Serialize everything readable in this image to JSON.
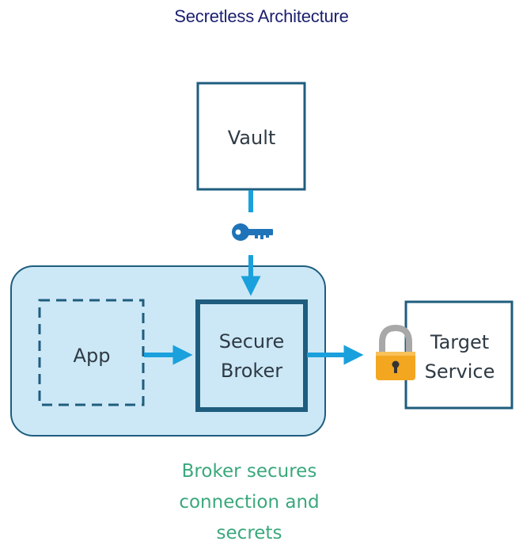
{
  "title": "Secretless Architecture",
  "nodes": {
    "vault": "Vault",
    "app": "App",
    "broker_line1": "Secure",
    "broker_line2": "Broker",
    "target_line1": "Target",
    "target_line2": "Service"
  },
  "caption": {
    "line1": "Broker secures",
    "line2": "connection and",
    "line3": "secrets"
  },
  "icons": {
    "key": "key-icon",
    "lock": "padlock-icon"
  },
  "colors": {
    "title": "#1a1f6e",
    "box_border": "#1f5d7e",
    "container_fill": "#cce8f6",
    "container_border": "#1f5d7e",
    "arrow": "#1aa0dc",
    "key": "#1f73b8",
    "lock_shackle": "#a8a8a8",
    "lock_body": "#f3a61f",
    "caption": "#3aa87c"
  }
}
